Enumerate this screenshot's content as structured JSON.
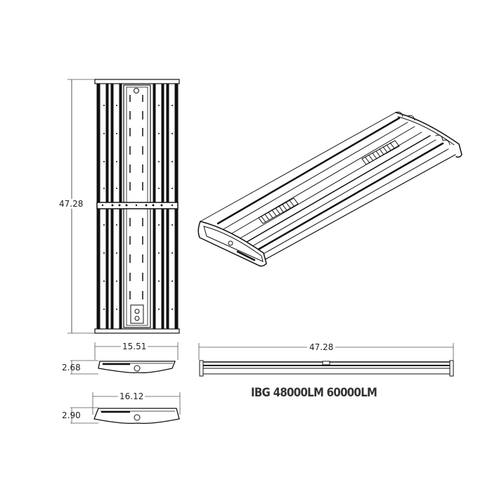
{
  "title": "IBG 48000LM 60000LM",
  "colors": {
    "line": "#111111",
    "dim_line": "#555555",
    "title": "#333333",
    "background": "#ffffff"
  },
  "views": {
    "top_view": {
      "name": "top-plan-view",
      "dimension_height": "47.28"
    },
    "isometric_view": {
      "name": "isometric-view"
    },
    "end_view_small": {
      "name": "end-view-1",
      "width": "15.51",
      "height": "2.68"
    },
    "end_view_large": {
      "name": "end-view-2",
      "width": "16.12",
      "height": "2.90"
    },
    "side_view": {
      "name": "side-elevation-view",
      "dimension_length": "47.28"
    }
  }
}
